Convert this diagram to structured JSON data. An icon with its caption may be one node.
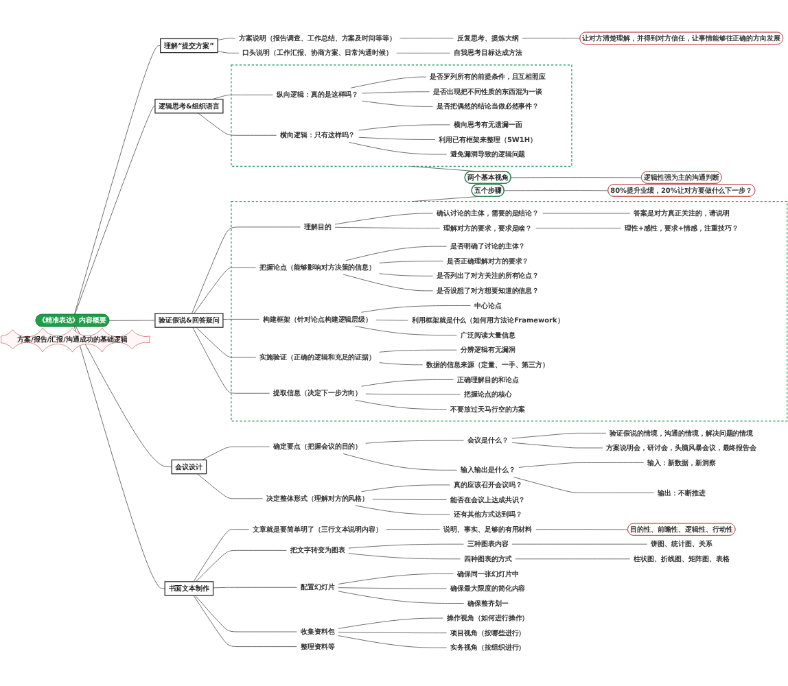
{
  "diagram": {
    "nodes": [
      {
        "text": [
          "《精准表达》内容概要"
        ]
      },
      {
        "text": [
          "方案/报告/汇报/沟通成功的基础逻辑"
        ]
      },
      {
        "text": [
          "理解“提交方案”"
        ]
      },
      {
        "text": [
          "方案说明（报告调查、工作总结、方案及时间等等）"
        ]
      },
      {
        "text": [
          "反复思考、提炼大纲"
        ]
      },
      {
        "text": [
          "口头说明（工作汇报、协商方案、日常沟通时候）"
        ]
      },
      {
        "text": [
          "自我思考目标达成方法"
        ]
      },
      {
        "text": [
          "让对方清楚理解，并得到对方信任，让事情能够往正确的方向发展"
        ]
      },
      {
        "text": [
          "逻辑思考&组织语言"
        ]
      },
      {
        "text": [],
        "shape": "box"
      },
      {
        "text": [
          "纵向逻辑：真的是这样吗？"
        ],
        "in": 9
      },
      {
        "text": [
          "是否罗列所有的前提条件，且互相照应"
        ],
        "in": 9
      },
      {
        "text": [
          "是否出现把不同性质的东西混为一谈"
        ],
        "in": 9
      },
      {
        "text": [
          "是否把偶然的结论当做必然事件？"
        ],
        "in": 9
      },
      {
        "text": [
          "横向逻辑：只有这样吗？"
        ],
        "in": 9
      },
      {
        "text": [
          "横向思考有无遗漏一面"
        ],
        "in": 9
      },
      {
        "text": [
          "利用已有框架来整理（5W1H）"
        ],
        "in": 9
      },
      {
        "text": [
          "避免漏洞导致的逻辑问题"
        ],
        "in": 9
      },
      {
        "text": [
          "两个基本视角"
        ]
      },
      {
        "text": [
          "逻辑性强为主的沟通判断"
        ]
      },
      {
        "text": [
          "验证假说&回答疑问"
        ]
      },
      {
        "text": [],
        "shape": "box"
      },
      {
        "text": [
          "理解目的"
        ],
        "in": 21
      },
      {
        "text": [
          "确认讨论的主体，需要的是结论？"
        ],
        "in": 21
      },
      {
        "text": [
          "答案是对方真正关注的，请说明"
        ],
        "in": 21
      },
      {
        "text": [
          "理解对方的要求，要求是啥？"
        ],
        "in": 21
      },
      {
        "text": [
          "理性+感性，要求+情感，注重技巧？"
        ],
        "in": 21
      },
      {
        "text": [
          "把握论点（能够影响对方决策的信息）"
        ],
        "in": 21
      },
      {
        "text": [
          "是否明确了讨论的主体？"
        ],
        "in": 21
      },
      {
        "text": [
          "是否正确理解对方的要求？"
        ],
        "in": 21
      },
      {
        "text": [
          "是否列出了对方关注的所有论点？"
        ],
        "in": 21
      },
      {
        "text": [
          "是否设想了对方想要知道的信息？"
        ],
        "in": 21
      },
      {
        "text": [
          "构建框架（针对论点构建逻辑层级）"
        ],
        "in": 21
      },
      {
        "text": [
          "中心论点"
        ],
        "in": 21
      },
      {
        "text": [
          "利用框架就是什么（如何用方法论Framework）"
        ],
        "in": 21
      },
      {
        "text": [
          "广泛阅读大量信息"
        ],
        "in": 21
      },
      {
        "text": [
          "实施验证（正确的逻辑和充足的证据）"
        ],
        "in": 21
      },
      {
        "text": [
          "分辨逻辑有无漏洞"
        ],
        "in": 21
      },
      {
        "text": [
          "数据的信息来源（定量、一手、第三方）"
        ],
        "in": 21
      },
      {
        "text": [
          "提取信息（决定下一步方向）"
        ],
        "in": 21
      },
      {
        "text": [
          "正确理解目的和论点"
        ],
        "in": 21
      },
      {
        "text": [
          "把握论点的核心"
        ],
        "in": 21
      },
      {
        "text": [
          "不要放过天马行空的方案"
        ],
        "in": 21
      },
      {
        "text": [
          "五个步骤"
        ]
      },
      {
        "text": [
          "80%提升业绩，20%让对方要做什么下一步？"
        ]
      },
      {
        "text": [
          "会议设计"
        ]
      },
      {
        "text": [
          "确定要点（把握会议的目的）"
        ]
      },
      {
        "text": [
          "会议是什么？"
        ]
      },
      {
        "text": [
          "验证假说的情境，沟通的情境，解决问题的情境"
        ]
      },
      {
        "text": [
          "方案说明会，研讨会，头脑风暴会议，最终报告会"
        ]
      },
      {
        "text": [
          "输入输出是什么？"
        ]
      },
      {
        "text": [
          "输入：新数据，新洞察"
        ]
      },
      {
        "text": [
          "输出：不断推进"
        ]
      },
      {
        "text": [
          "决定整体形式（理解对方的风格）"
        ]
      },
      {
        "text": [
          "真的应该召开会议吗？"
        ]
      },
      {
        "text": [
          "能否在会议上达成共识？"
        ]
      },
      {
        "text": [
          "还有其他方式达到吗？"
        ]
      },
      {
        "text": [
          "书面文本制作"
        ]
      },
      {
        "text": [
          "文章就是要简单明了（三行文本说明内容）"
        ]
      },
      {
        "text": [
          "说明、事实、足够的有用材料"
        ]
      },
      {
        "text": [
          "目的性、前瞻性、逻辑性、行动性"
        ]
      },
      {
        "text": [
          "把文字转变为图表"
        ]
      },
      {
        "text": [
          "三种图表内容"
        ]
      },
      {
        "text": [
          "饼图、统计图、关系"
        ]
      },
      {
        "text": [
          "四种图表的方式"
        ]
      },
      {
        "text": [
          "柱状图、折线图、矩阵图、表格"
        ]
      },
      {
        "text": [
          "配置幻灯片"
        ]
      },
      {
        "text": [
          "确保同一张幻灯片中"
        ]
      },
      {
        "text": [
          "确保最大限度的简化内容"
        ]
      },
      {
        "text": [
          "确保整齐划一"
        ]
      },
      {
        "text": [
          "收集资料包"
        ]
      },
      {
        "text": [
          "操作视角（如何进行操作）"
        ]
      },
      {
        "text": [
          "项目视角（按哪些进行）"
        ]
      },
      {
        "text": [
          "实务视角（按组织进行）"
        ]
      },
      {
        "text": [
          "整理资料等"
        ]
      }
    ],
    "edges": [
      {
        "from": 0,
        "to": 2,
        "arrow": "none"
      },
      {
        "from": 2,
        "to": 3,
        "arrow": "none"
      },
      {
        "from": 3,
        "to": 4,
        "arrow": "none"
      },
      {
        "from": 2,
        "to": 5,
        "arrow": "none"
      },
      {
        "from": 5,
        "to": 6,
        "arrow": "none"
      },
      {
        "from": 4,
        "to": 7,
        "arrow": "none"
      },
      {
        "from": 0,
        "to": 8,
        "arrow": "none"
      },
      {
        "from": 8,
        "to": 10,
        "arrow": "none"
      },
      {
        "from": 10,
        "to": 11,
        "arrow": "none"
      },
      {
        "from": 10,
        "to": 12,
        "arrow": "none"
      },
      {
        "from": 10,
        "to": 13,
        "arrow": "none"
      },
      {
        "from": 8,
        "to": 14,
        "arrow": "none"
      },
      {
        "from": 14,
        "to": 15,
        "arrow": "none"
      },
      {
        "from": 14,
        "to": 16,
        "arrow": "none"
      },
      {
        "from": 14,
        "to": 17,
        "arrow": "none"
      },
      {
        "from": 9,
        "to": 18,
        "arrow": "none"
      },
      {
        "from": 18,
        "to": 19,
        "arrow": "none"
      },
      {
        "from": 0,
        "to": 20,
        "arrow": "none"
      },
      {
        "from": 20,
        "to": 22,
        "arrow": "none"
      },
      {
        "from": 22,
        "to": 23,
        "arrow": "none"
      },
      {
        "from": 23,
        "to": 24,
        "arrow": "none"
      },
      {
        "from": 22,
        "to": 25,
        "arrow": "none"
      },
      {
        "from": 25,
        "to": 26,
        "arrow": "none"
      },
      {
        "from": 20,
        "to": 27,
        "arrow": "none"
      },
      {
        "from": 27,
        "to": 28,
        "arrow": "none"
      },
      {
        "from": 27,
        "to": 29,
        "arrow": "none"
      },
      {
        "from": 27,
        "to": 30,
        "arrow": "none"
      },
      {
        "from": 27,
        "to": 31,
        "arrow": "none"
      },
      {
        "from": 20,
        "to": 32,
        "arrow": "none"
      },
      {
        "from": 32,
        "to": 33,
        "arrow": "none"
      },
      {
        "from": 32,
        "to": 34,
        "arrow": "none"
      },
      {
        "from": 32,
        "to": 35,
        "arrow": "none"
      },
      {
        "from": 20,
        "to": 36,
        "arrow": "none"
      },
      {
        "from": 36,
        "to": 37,
        "arrow": "none"
      },
      {
        "from": 36,
        "to": 38,
        "arrow": "none"
      },
      {
        "from": 20,
        "to": 39,
        "arrow": "none"
      },
      {
        "from": 39,
        "to": 40,
        "arrow": "none"
      },
      {
        "from": 39,
        "to": 41,
        "arrow": "none"
      },
      {
        "from": 39,
        "to": 42,
        "arrow": "none"
      },
      {
        "from": 21,
        "to": 43,
        "arrow": "none"
      },
      {
        "from": 43,
        "to": 44,
        "arrow": "none"
      },
      {
        "from": 0,
        "to": 45,
        "arrow": "none"
      },
      {
        "from": 45,
        "to": 46,
        "arrow": "none"
      },
      {
        "from": 46,
        "to": 47,
        "arrow": "none"
      },
      {
        "from": 47,
        "to": 48,
        "arrow": "none"
      },
      {
        "from": 47,
        "to": 49,
        "arrow": "none"
      },
      {
        "from": 46,
        "to": 50,
        "arrow": "none"
      },
      {
        "from": 50,
        "to": 51,
        "arrow": "none"
      },
      {
        "from": 50,
        "to": 52,
        "arrow": "none"
      },
      {
        "from": 45,
        "to": 53,
        "arrow": "none"
      },
      {
        "from": 53,
        "to": 54,
        "arrow": "none"
      },
      {
        "from": 53,
        "to": 55,
        "arrow": "none"
      },
      {
        "from": 53,
        "to": 56,
        "arrow": "none"
      },
      {
        "from": 0,
        "to": 57,
        "arrow": "none"
      },
      {
        "from": 57,
        "to": 58,
        "arrow": "none"
      },
      {
        "from": 58,
        "to": 59,
        "arrow": "none"
      },
      {
        "from": 59,
        "to": 60,
        "arrow": "none"
      },
      {
        "from": 57,
        "to": 61,
        "arrow": "none"
      },
      {
        "from": 61,
        "to": 62,
        "arrow": "none"
      },
      {
        "from": 62,
        "to": 63,
        "arrow": "none"
      },
      {
        "from": 61,
        "to": 64,
        "arrow": "none"
      },
      {
        "from": 64,
        "to": 65,
        "arrow": "none"
      },
      {
        "from": 57,
        "to": 66,
        "arrow": "none"
      },
      {
        "from": 66,
        "to": 67,
        "arrow": "none"
      },
      {
        "from": 66,
        "to": 68,
        "arrow": "none"
      },
      {
        "from": 66,
        "to": 69,
        "arrow": "none"
      },
      {
        "from": 57,
        "to": 70,
        "arrow": "none"
      },
      {
        "from": 70,
        "to": 71,
        "arrow": "none"
      },
      {
        "from": 70,
        "to": 72,
        "arrow": "none"
      },
      {
        "from": 70,
        "to": 73,
        "arrow": "none"
      },
      {
        "from": 57,
        "to": 74,
        "arrow": "none"
      }
    ]
  }
}
